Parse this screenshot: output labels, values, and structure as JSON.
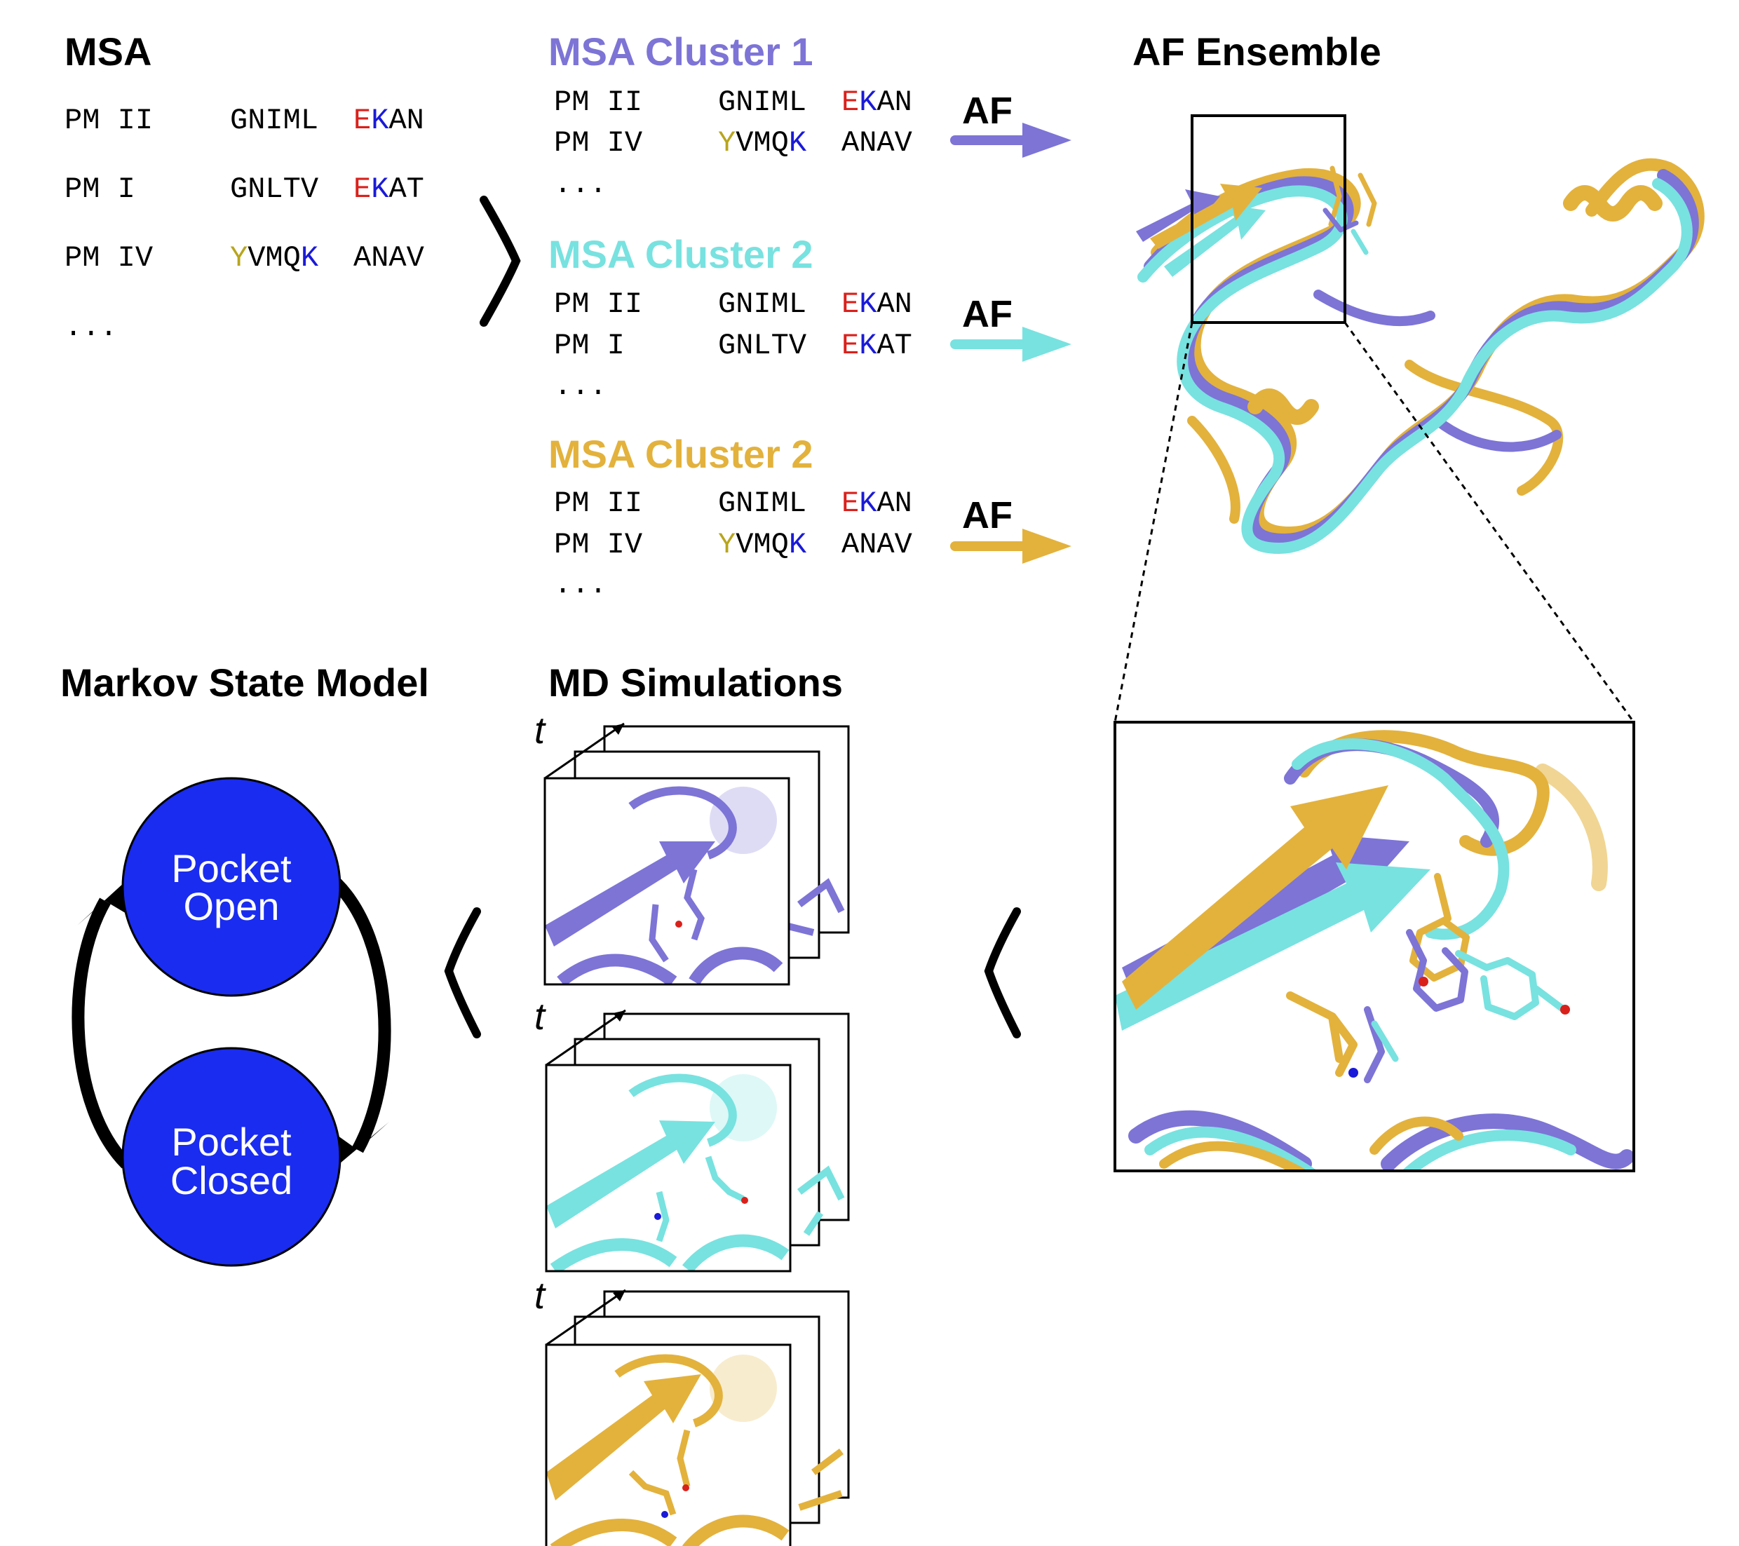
{
  "colors": {
    "purple": "#7d74d6",
    "cyan": "#78e2e0",
    "gold": "#e3b23c",
    "red": "#d9211c",
    "blue": "#1a1ad8",
    "olive": "#b8a51e",
    "node_blue": "#1a2cf0"
  },
  "msa": {
    "title": "MSA",
    "rows": [
      {
        "name": "PM II",
        "seg1": "GNIML",
        "seg2": [
          "E",
          "K",
          "AN"
        ]
      },
      {
        "name": "PM I",
        "seg1": "GNLTV",
        "seg2": [
          "E",
          "K",
          "AT"
        ]
      },
      {
        "name": "PM IV",
        "seg1": [
          "Y",
          "VMQ",
          "K"
        ],
        "seg2": "ANAV"
      }
    ],
    "ellipsis": "..."
  },
  "clusters": [
    {
      "title": "MSA Cluster 1",
      "rows": [
        {
          "name": "PM II",
          "seg1": "GNIML",
          "seg2": [
            "E",
            "K",
            "AN"
          ]
        },
        {
          "name": "PM IV",
          "seg1": [
            "Y",
            "VMQ",
            "K"
          ],
          "seg2": "ANAV"
        }
      ],
      "ellipsis": "...",
      "arrow_label": "AF"
    },
    {
      "title": "MSA Cluster 2",
      "rows": [
        {
          "name": "PM II",
          "seg1": "GNIML",
          "seg2": [
            "E",
            "K",
            "AN"
          ]
        },
        {
          "name": "PM I",
          "seg1": "GNLTV",
          "seg2": [
            "E",
            "K",
            "AT"
          ]
        }
      ],
      "ellipsis": "...",
      "arrow_label": "AF"
    },
    {
      "title": "MSA Cluster 2",
      "rows": [
        {
          "name": "PM II",
          "seg1": "GNIML",
          "seg2": [
            "E",
            "K",
            "AN"
          ]
        },
        {
          "name": "PM IV",
          "seg1": [
            "Y",
            "VMQ",
            "K"
          ],
          "seg2": "ANAV"
        }
      ],
      "ellipsis": "...",
      "arrow_label": "AF"
    }
  ],
  "af_ensemble": {
    "title": "AF Ensemble"
  },
  "md": {
    "title": "MD Simulations",
    "time_label": "t"
  },
  "msm": {
    "title": "Markov State Model",
    "open_line1": "Pocket",
    "open_line2": "Open",
    "closed_line1": "Pocket",
    "closed_line2": "Closed"
  }
}
